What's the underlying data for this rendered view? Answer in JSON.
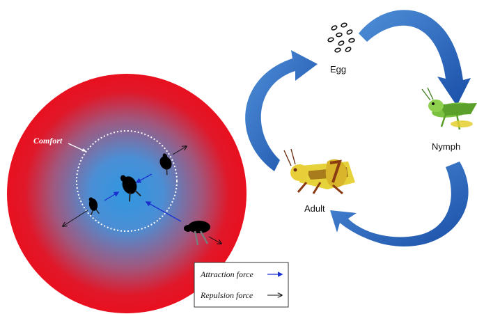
{
  "comfort_zone": {
    "label": "Comfort",
    "outer_color": "#e8101f",
    "inner_color": "#2f97e0"
  },
  "legend": {
    "attraction_label": "Attraction force",
    "repulsion_label": "Repulsion force",
    "attraction_color": "#1a2fd0",
    "repulsion_color": "#111111"
  },
  "life_cycle": {
    "stages": [
      {
        "label": "Egg",
        "icon": "eggs-icon"
      },
      {
        "label": "Nymph",
        "icon": "nymph-grasshopper-icon"
      },
      {
        "label": "Adult",
        "icon": "adult-grasshopper-icon"
      }
    ],
    "arrow_color": "#1f5db8"
  }
}
